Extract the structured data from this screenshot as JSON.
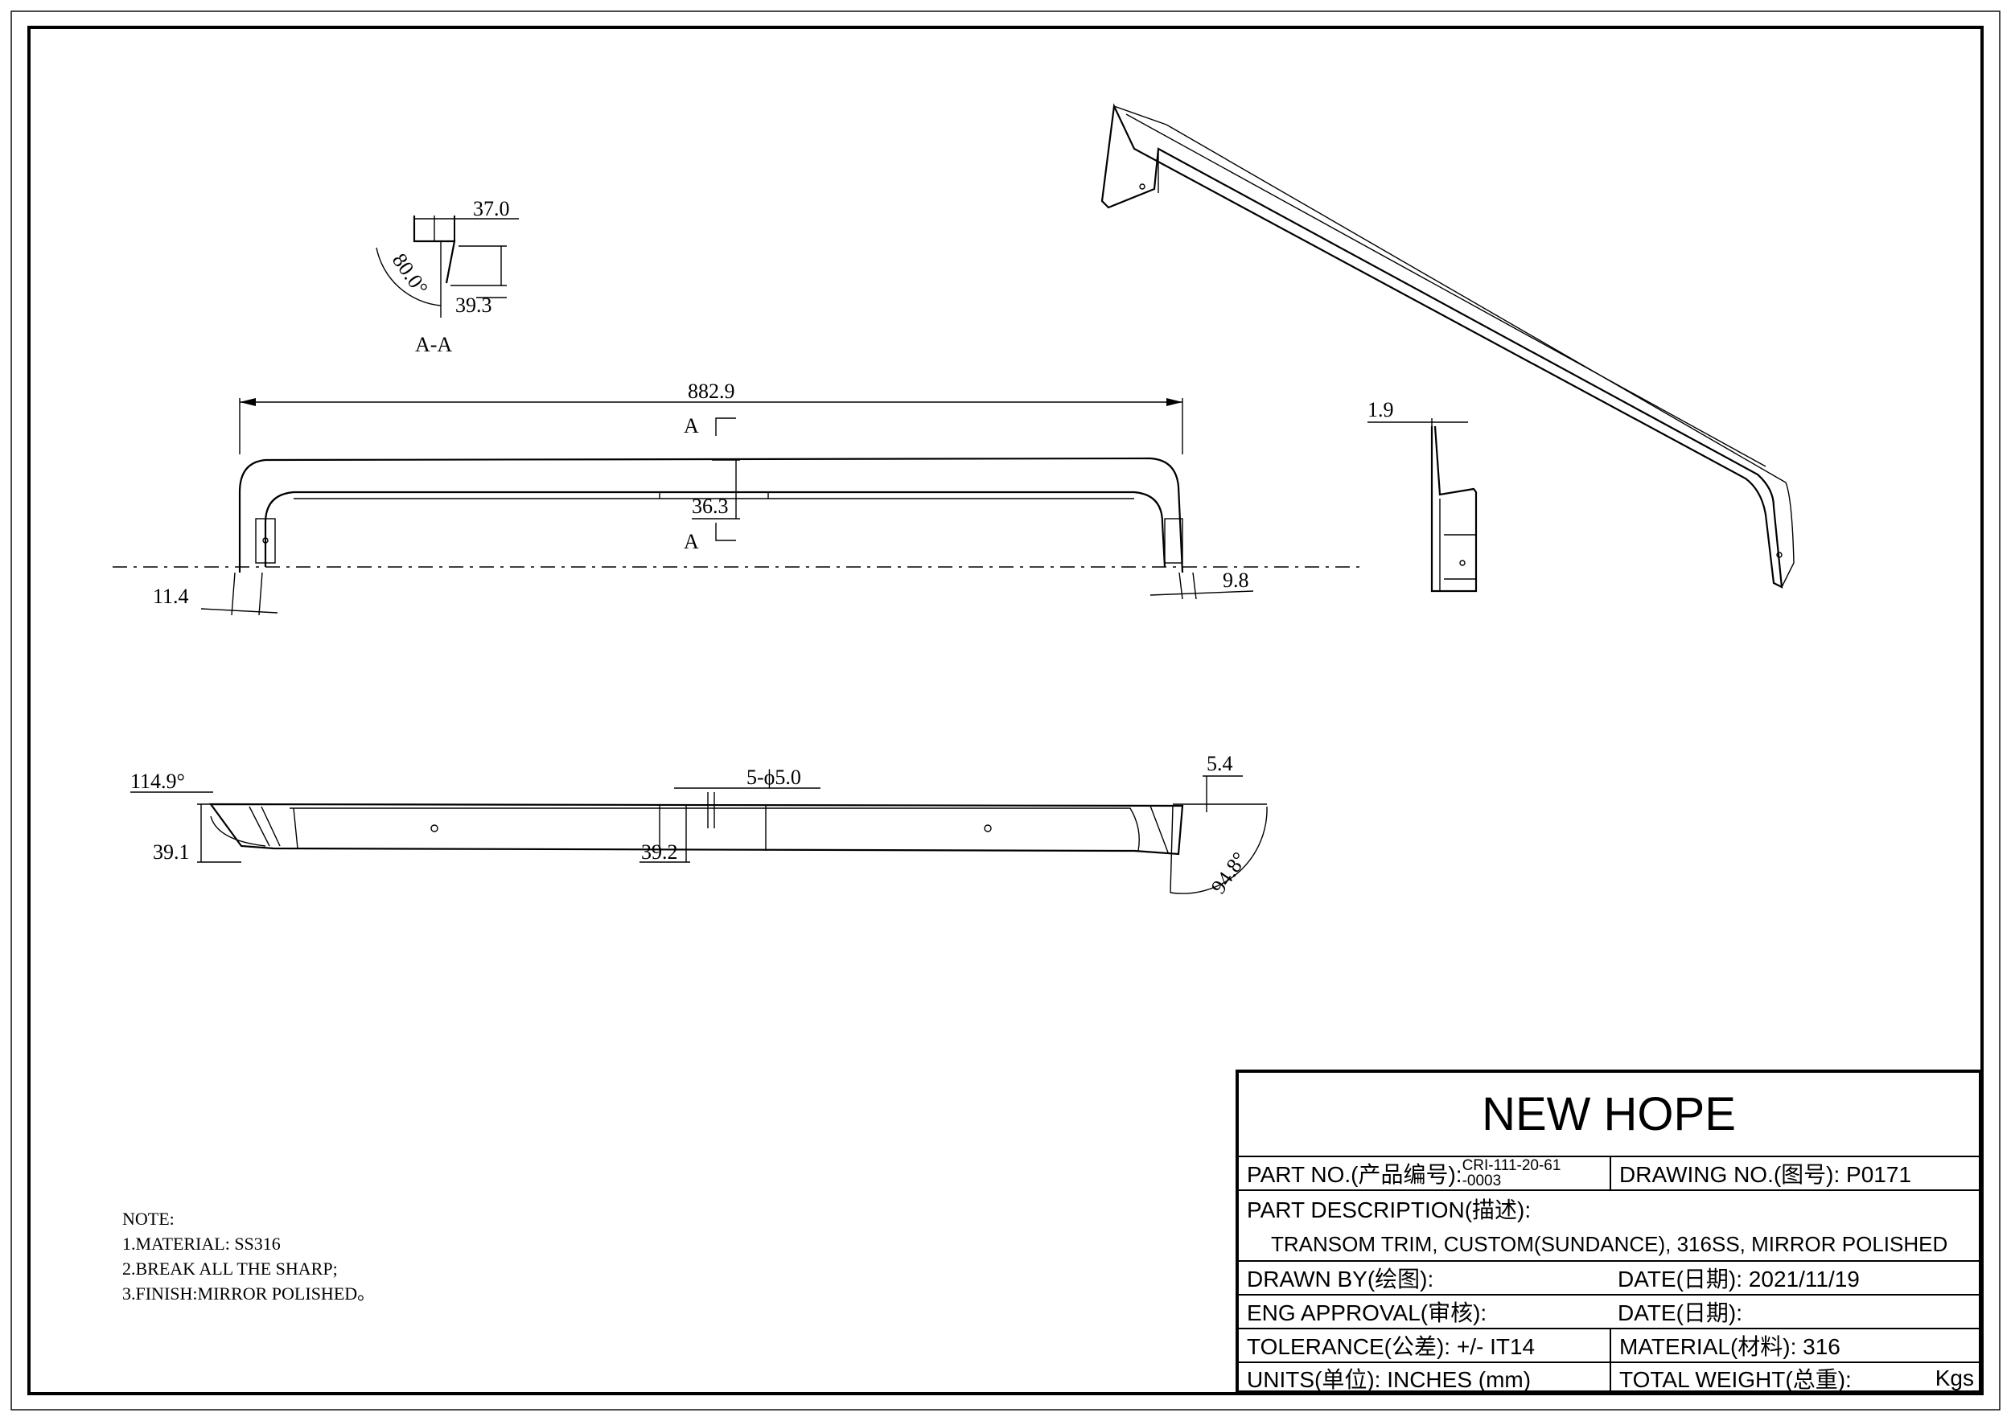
{
  "dimensions": {
    "section_width": "37.0",
    "section_angle": "80.0°",
    "section_height": "39.3",
    "section_label": "A-A",
    "overall_length": "882.9",
    "section_mark_top": "A",
    "section_mark_bottom": "A",
    "center_height": "36.3",
    "left_leg": "11.4",
    "right_leg": "9.8",
    "side_thickness": "1.9",
    "bottom_left_angle": "114.9°",
    "bottom_left_height": "39.1",
    "holes": "5-ϕ5.0",
    "bottom_center_height": "39.2",
    "bottom_right_offset": "5.4",
    "bottom_right_angle": "94.8°"
  },
  "notes": {
    "heading": "NOTE:",
    "line1": "1.MATERIAL: SS316",
    "line2": "2.BREAK ALL THE SHARP;",
    "line3": "3.FINISH:MIRROR POLISHED。"
  },
  "title_block": {
    "company": "NEW HOPE",
    "part_no_label": "PART NO.(产品编号):",
    "part_no_value_line1": "CRI-111-20-61",
    "part_no_value_line2": "-0003",
    "drawing_no": "DRAWING NO.(图号): P0171",
    "part_description_label": "PART DESCRIPTION(描述):",
    "part_description": "TRANSOM TRIM, CUSTOM(SUNDANCE), 316SS, MIRROR POLISHED",
    "drawn_by": "DRAWN BY(绘图):",
    "date_drawn": "DATE(日期): 2021/11/19",
    "eng_approval": "ENG APPROVAL(审核):",
    "date_approval": "DATE(日期):",
    "tolerance": "TOLERANCE(公差): +/- IT14",
    "material": "MATERIAL(材料): 316",
    "units": "UNITS(单位): INCHES (mm)",
    "total_weight": "TOTAL WEIGHT(总重):",
    "weight_unit": "Kgs"
  }
}
